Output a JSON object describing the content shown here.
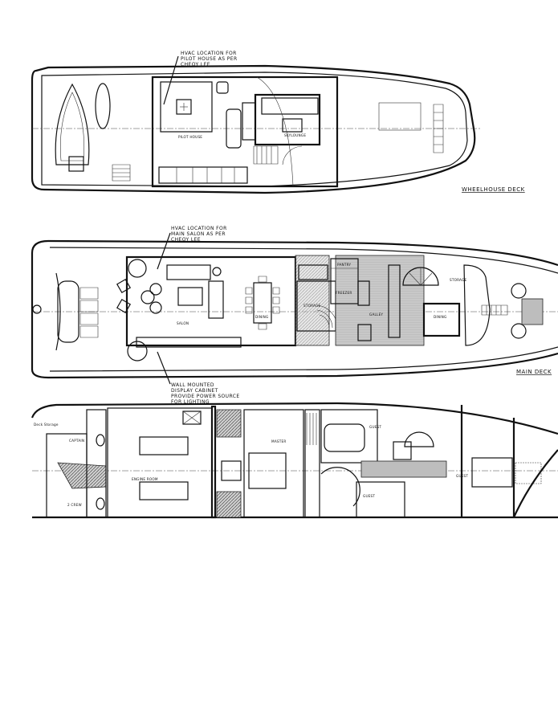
{
  "decks": {
    "wheelhouse": {
      "title": "WHEELHOUSE DECK",
      "note": [
        "HVAC LOCATION FOR",
        "PILOT HOUSE AS PER",
        "CHEOY LEE"
      ],
      "rooms": {
        "pilot_house": "PILOT HOUSE",
        "skylounge": "SKYLOUNGE"
      }
    },
    "main": {
      "title": "MAIN DECK",
      "note_hvac": [
        "HVAC LOCATION FOR",
        "MAIN SALON AS PER",
        "CHEOY LEE"
      ],
      "note_cabinet": [
        "WALL MOUNTED",
        "DISPLAY CABINET",
        "PROVIDE POWER SOURCE",
        "FOR LIGHTING"
      ],
      "rooms": {
        "salon": "SALON",
        "dining": "DINING",
        "storage": "STORAGE",
        "pantry": "PANTRY",
        "freezer": "FREEZER",
        "galley": "GALLEY",
        "dining_fwd": "DINING",
        "storage_fwd": "STORAGE"
      }
    },
    "lower": {
      "rooms": {
        "captain": "CAPTAIN",
        "crew": "2 CREW",
        "engine_room": "ENGINE ROOM",
        "master": "MASTER",
        "guest_1": "GUEST",
        "guest_2": "GUEST",
        "guest_3": "GUEST",
        "deck_storage": "Deck Storage"
      }
    }
  },
  "colors": {
    "line": "#111111",
    "fill_gray": "#bdbdbd",
    "background": "#ffffff"
  }
}
